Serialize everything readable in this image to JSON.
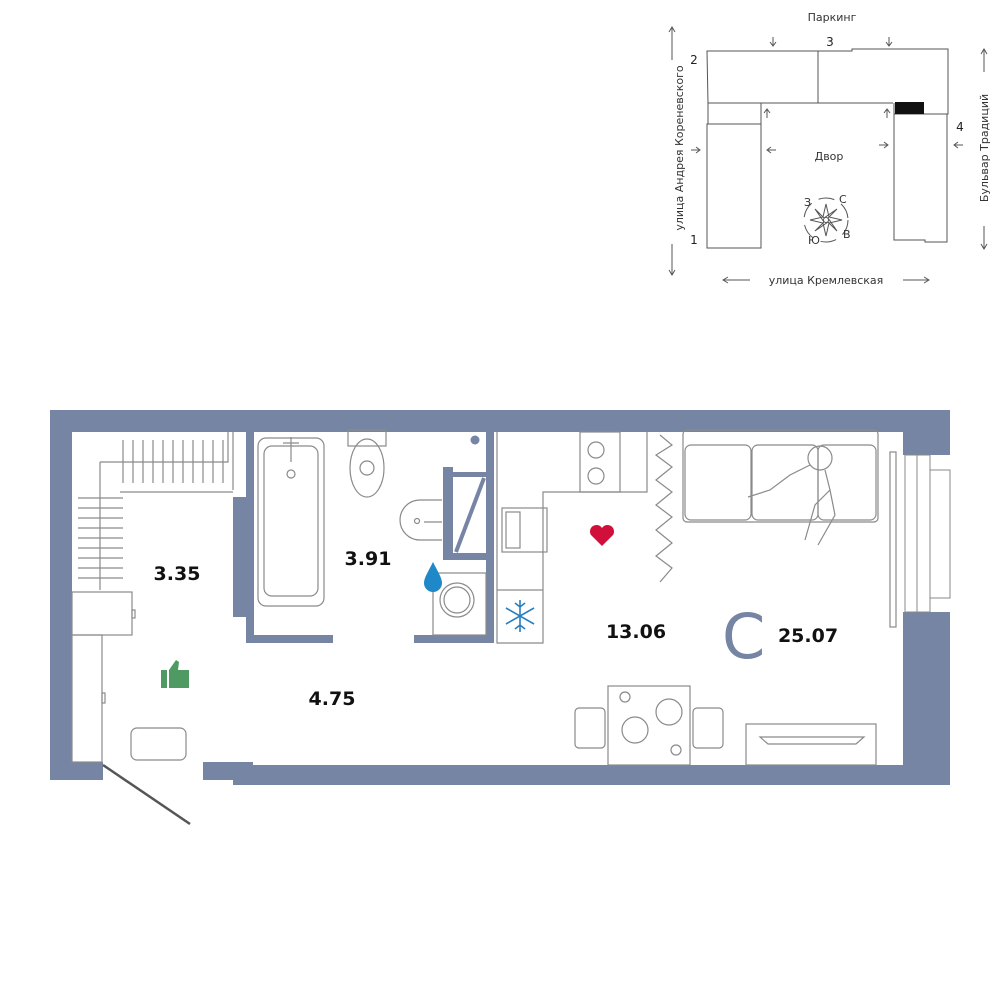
{
  "site_plan": {
    "top_label": "Паркинг",
    "left_street": "улица Андрея Кореневского",
    "right_street": "Бульвар Традиций",
    "bottom_street": "улица Кремлевская",
    "courtyard": "Двор",
    "sections": [
      "1",
      "2",
      "3",
      "4"
    ],
    "compass": {
      "north": "С",
      "west": "З",
      "south": "Ю",
      "east": "В"
    }
  },
  "apartment": {
    "type_letter": "С",
    "total_area": "25.07",
    "rooms": {
      "storage": "3.35",
      "bathroom": "3.91",
      "hallway": "4.75",
      "living": "13.06"
    }
  },
  "colors": {
    "wall": "#7585a3",
    "heart": "#d0103a",
    "drop": "#1e88c8",
    "thumb": "#4f9a62",
    "snow": "#2a7fc0"
  }
}
